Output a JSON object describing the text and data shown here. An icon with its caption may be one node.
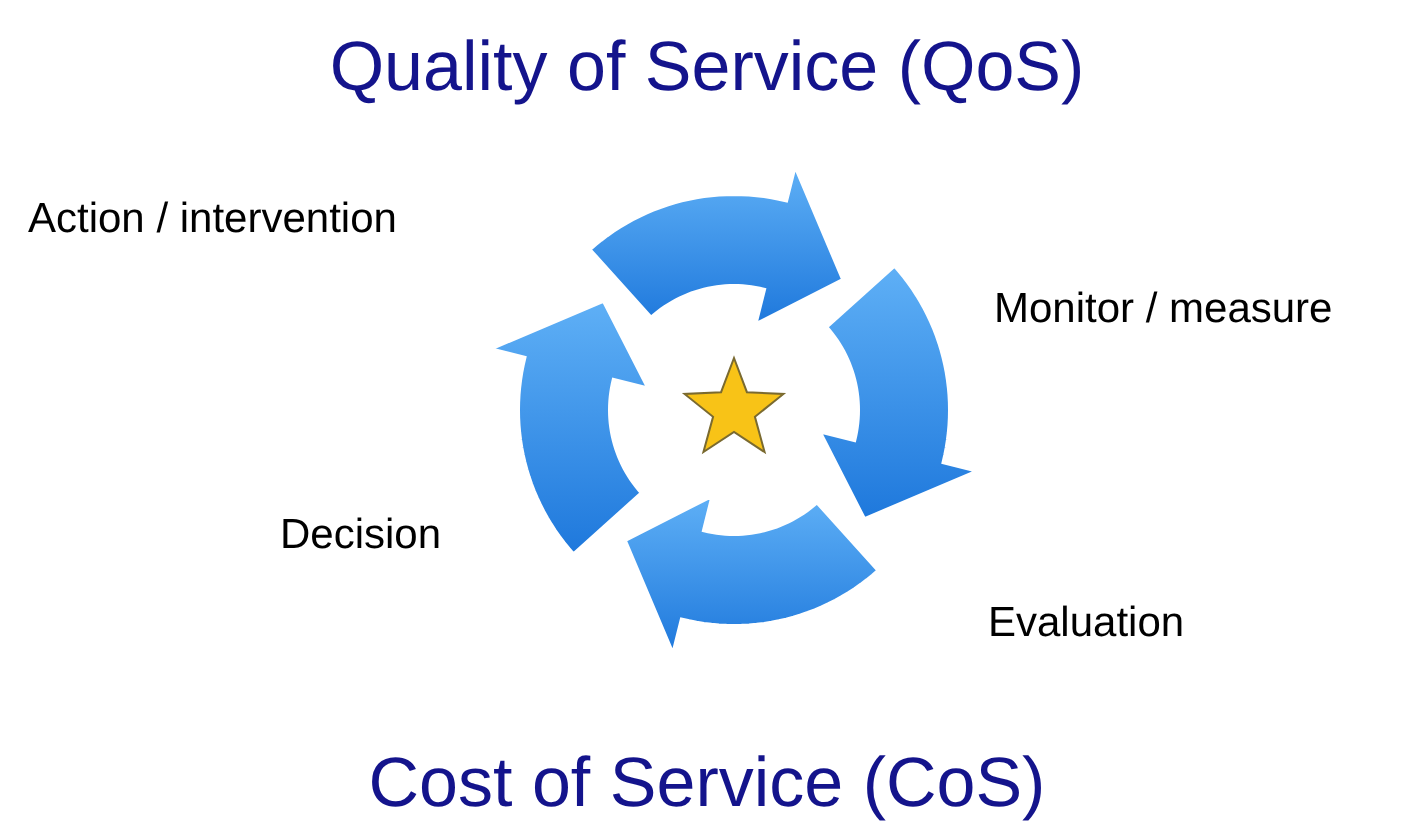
{
  "diagram": {
    "title": "Quality of Service (QoS)",
    "caption": "Cost of Service (CoS)",
    "labels": [
      "Action / intervention",
      "Monitor / measure",
      "Decision",
      "Evaluation"
    ]
  }
}
